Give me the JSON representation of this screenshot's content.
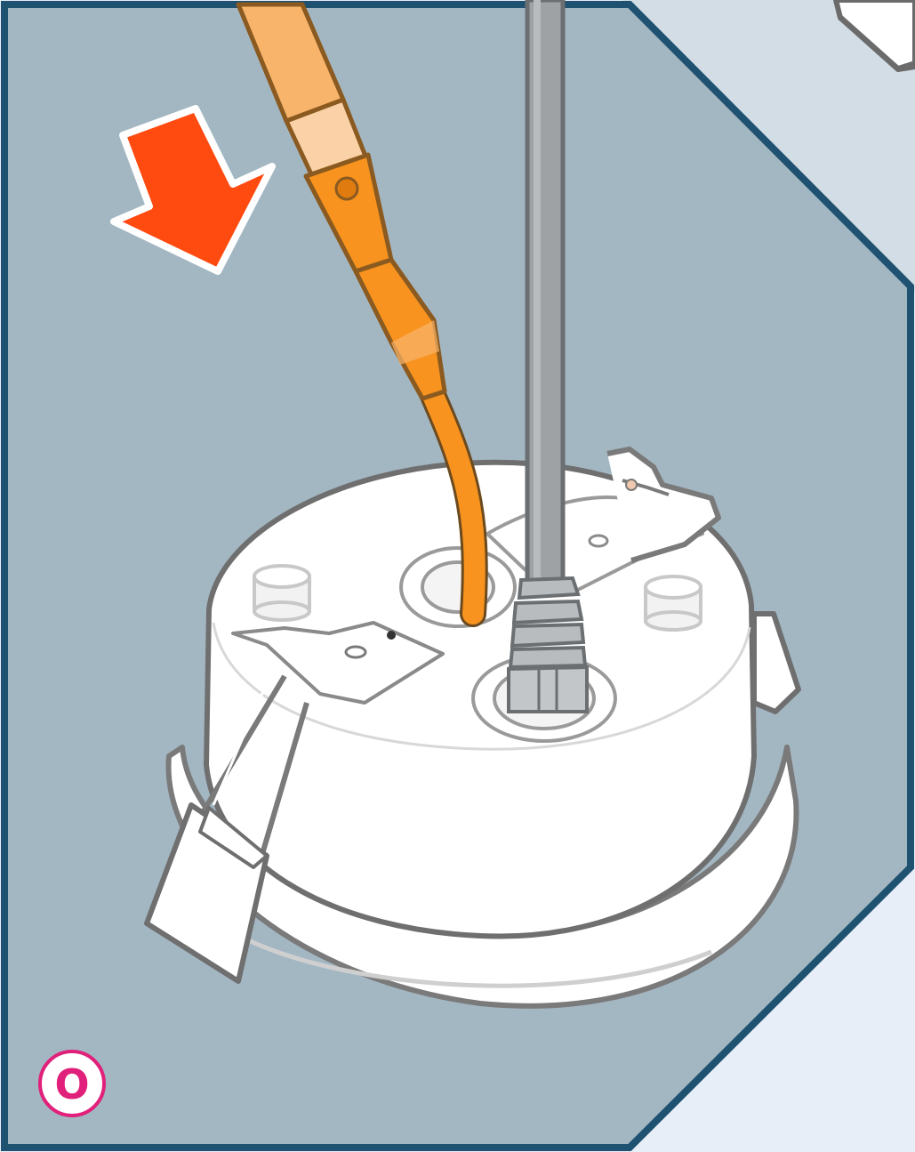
{
  "figure": {
    "step_marker": "O",
    "colors": {
      "panel_fill": "#a3b7c3",
      "panel_border": "#1f5170",
      "corner_top": "#d2dde5",
      "corner_bottom": "#e7eef8",
      "arrow": "#ff4a10",
      "cable_orange": "#f7931e",
      "cable_grey": "#9ea2a5",
      "step_marker": "#e0207a"
    },
    "parts": {
      "arrow": "arrow-down-right",
      "orange_cable": "orange-wire-with-ferrule",
      "grey_cable": "grey-cable-with-strain-relief",
      "housing": "round-downlight-housing",
      "spring_clip": "spring-clip"
    }
  }
}
